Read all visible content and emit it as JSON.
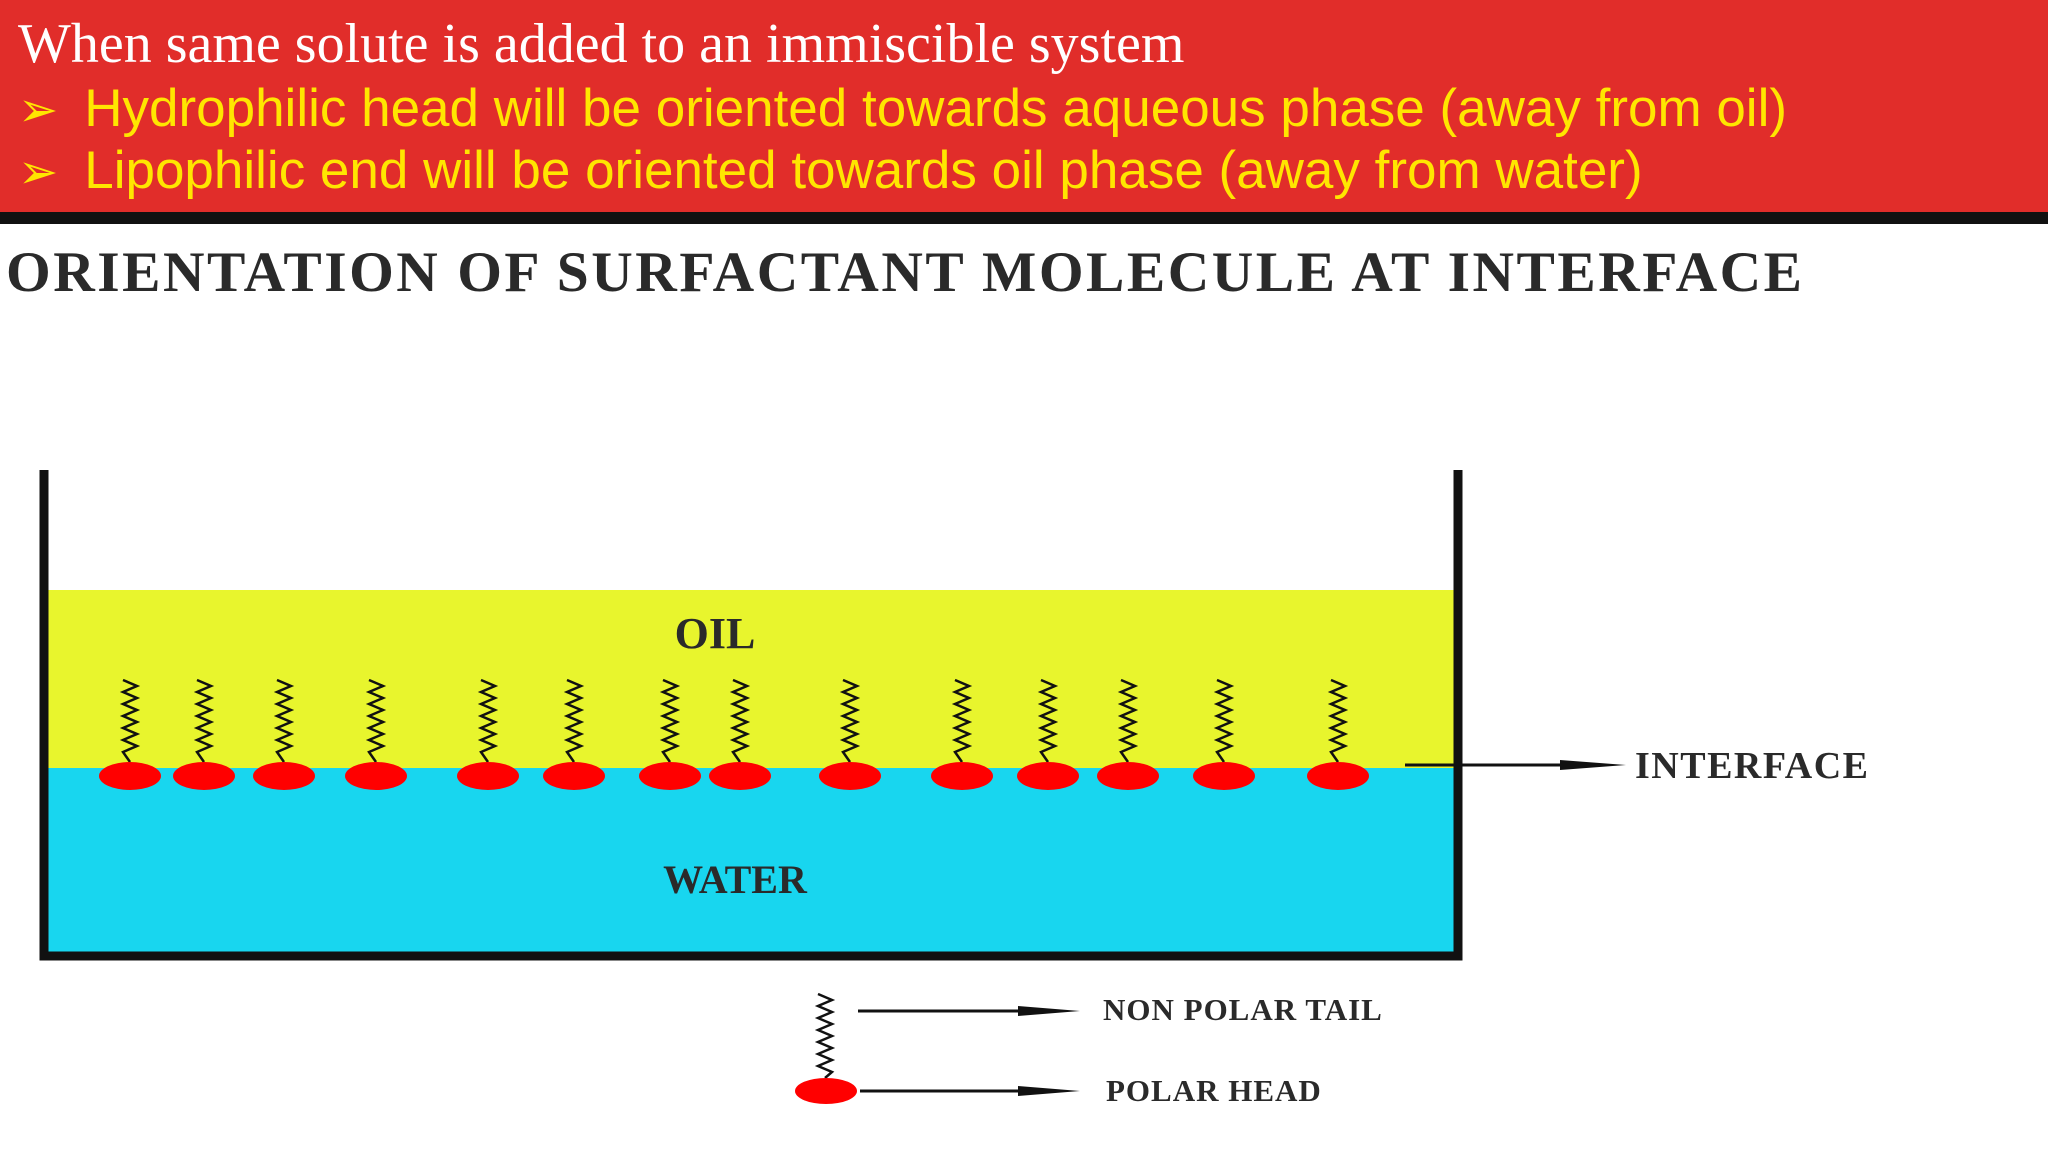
{
  "header": {
    "heading": "When same solute is added to an immiscible system",
    "bullets": [
      "Hydrophilic head will be oriented towards aqueous phase (away from oil)",
      "Lipophilic end will be oriented towards oil phase (away from water)"
    ],
    "bullet_icon": "arrow-bullet-icon",
    "colors": {
      "band": "#e12d2a",
      "heading": "#ffffff",
      "bullets": "#ffe600"
    }
  },
  "diagram": {
    "title": "ORIENTATION OF SURFACTANT MOLECULE AT INTERFACE",
    "oil_label": "OIL",
    "water_label": "WATER",
    "interface_label": "INTERFACE",
    "molecule_count": 14,
    "legend": {
      "tail_label": "NON POLAR TAIL",
      "head_label": "POLAR HEAD"
    },
    "colors": {
      "oil": "#e8f52d",
      "water": "#18d6ef",
      "head": "#ff0000",
      "container": "#111111"
    }
  }
}
